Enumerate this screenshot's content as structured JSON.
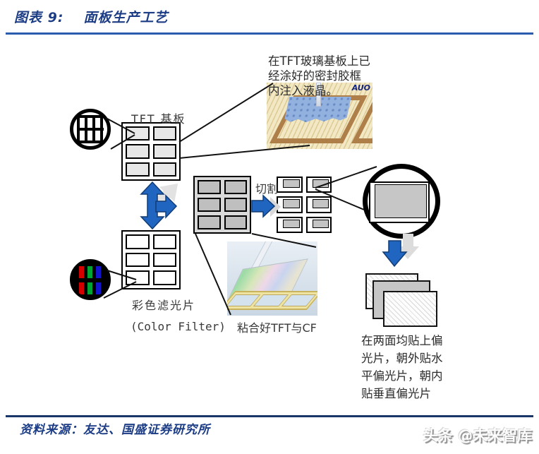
{
  "header": {
    "figure_label": "图表 9:",
    "figure_title": "面板生产工艺"
  },
  "footer": {
    "source": "资料来源：友达、国盛证券研究所",
    "watermark": "头条 @未来智库"
  },
  "diagram": {
    "annotation_injection": "在TFT玻璃基板上已\n经涂好的密封胶框\n内注入液晶。",
    "label_tft_substrate": "TFT 基板",
    "label_color_filter_cn": "彩色滤光片",
    "label_color_filter_en": "(Color Filter)",
    "label_cut": "切割",
    "label_bonded": "粘合好TFT与CF",
    "annotation_polarizer": "在两面均贴上偏\n光片，朝外贴水\n平偏光片，朝内\n贴垂直偏光片",
    "auo_logo": "AUO",
    "colors": {
      "accent_arrow_blue": "#2065C0",
      "header_rule_blue": "#2A5CAD",
      "footer_rule_navy": "#1A3668",
      "title_text_blue": "#1C3D85",
      "rgb_red": "#D40000",
      "rgb_green": "#00A432",
      "rgb_blue": "#1414CC"
    }
  }
}
